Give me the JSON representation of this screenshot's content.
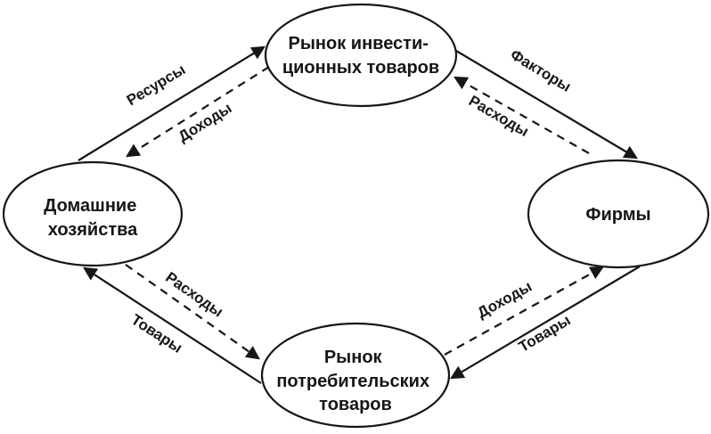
{
  "diagram": {
    "type": "circular-flow-diagram",
    "language": "ru",
    "colors": {
      "background": "#ffffff",
      "line": "#161616",
      "text": "#161616"
    },
    "nodes": {
      "investment_market": {
        "line1": "Рынок инвести-",
        "line2": "ционных товаров"
      },
      "households": {
        "line1": "Домашние",
        "line2": "хозяйства"
      },
      "firms": {
        "line1": "Фирмы"
      },
      "consumer_market": {
        "line1": "Рынок",
        "line2": "потребительских",
        "line3": "товаров"
      }
    },
    "edges": {
      "resources": {
        "label": "Ресурсы",
        "line_style": "solid",
        "from": "households",
        "to": "investment_market"
      },
      "incomes_to_households": {
        "label": "Доходы",
        "line_style": "dashed",
        "from": "investment_market",
        "to": "households"
      },
      "factors": {
        "label": "Факторы",
        "line_style": "solid",
        "from": "investment_market",
        "to": "firms"
      },
      "expenses_of_firms": {
        "label": "Расходы",
        "line_style": "dashed",
        "from": "firms",
        "to": "investment_market"
      },
      "expenses_of_households": {
        "label": "Расходы",
        "line_style": "dashed",
        "from": "households",
        "to": "consumer_market"
      },
      "goods_to_households": {
        "label": "Товары",
        "line_style": "solid",
        "from": "consumer_market",
        "to": "households"
      },
      "incomes_of_firms": {
        "label": "Доходы",
        "line_style": "dashed",
        "from": "consumer_market",
        "to": "firms"
      },
      "goods_from_firms": {
        "label": "Товары",
        "line_style": "solid",
        "from": "firms",
        "to": "consumer_market"
      }
    }
  }
}
